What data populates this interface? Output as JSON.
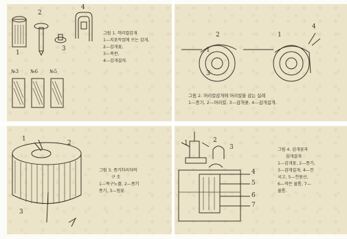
{
  "figures": [
    {
      "id": "fig1",
      "caption_lines": [
        "그림 1. 머리칼감개",
        "1—지포작업에 쓰는 감개,",
        "2—감개꽂,",
        "3—축판,",
        "4—감개걸개."
      ],
      "part_numbers": [
        "1",
        "2",
        "3",
        "4"
      ],
      "spool_labels": [
        "№3",
        "№6",
        "№5"
      ]
    },
    {
      "id": "fig2",
      "caption_lines": [
        "그림 2. 머리칼감개에 머리칼을 감는 실례",
        "1—종기, 2—머리칼, 3—감개꽂, 4—감개걸개."
      ],
      "part_numbers": [
        "1",
        "2",
        "3",
        "4"
      ]
    },
    {
      "id": "fig3",
      "caption_lines": [
        "그림 3. 종기처리자의",
        "구 조",
        "1—목구노즐, 2—종기",
        "종기, 3—점꽂."
      ],
      "part_numbers": [
        "1",
        "2",
        "3"
      ]
    },
    {
      "id": "fig4",
      "caption_lines": [
        "그림 4. 감개꽂과",
        "감개걸개",
        "1—감개꽂, 2—증기,",
        "3—감개걸개, 4—전",
        "국고, 5—전원선,",
        "6—작은 물통, 7—",
        "물통."
      ],
      "part_numbers": [
        "1",
        "2",
        "3",
        "4",
        "5",
        "6",
        "7"
      ]
    }
  ]
}
